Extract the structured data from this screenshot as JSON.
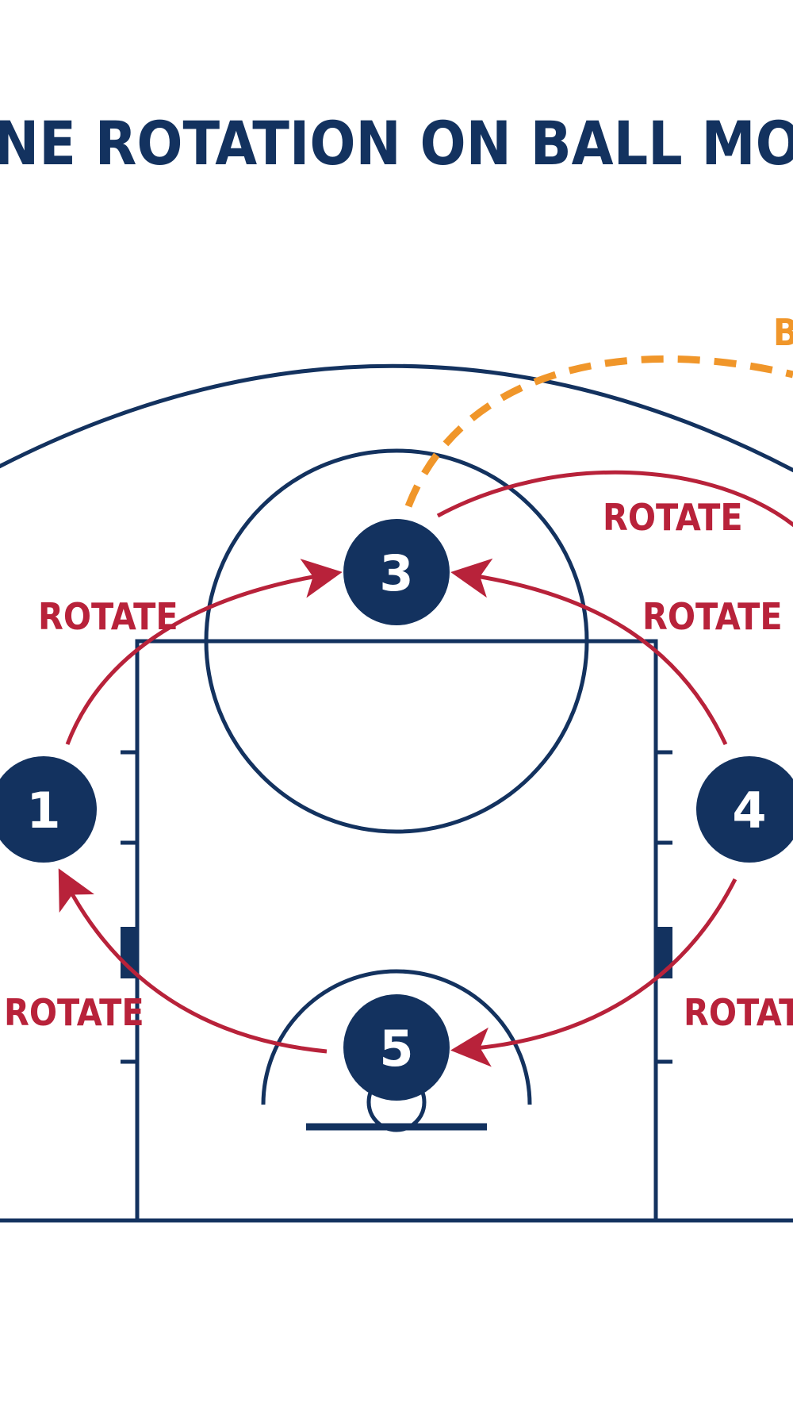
{
  "title": "NE ROTATION ON BALL MOVEMENT (BA",
  "colors": {
    "court": "#13325f",
    "rotation": "#b8223a",
    "ball": "#f0962a",
    "background": "#ffffff",
    "player_text": "#ffffff"
  },
  "ball_label": "B",
  "rotation_labels": [
    "ROTATE",
    "ROTATE",
    "ROTATE",
    "ROTATE",
    "ROTATE"
  ],
  "players": [
    {
      "id": "1",
      "label": "1"
    },
    {
      "id": "3",
      "label": "3"
    },
    {
      "id": "4",
      "label": "4"
    },
    {
      "id": "5",
      "label": "5"
    }
  ]
}
